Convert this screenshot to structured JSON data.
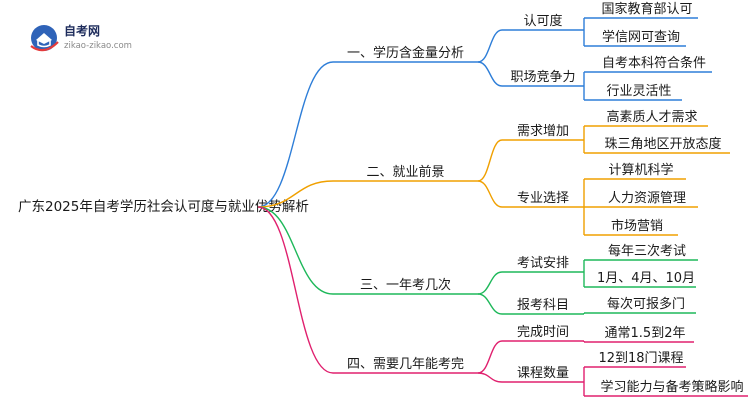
{
  "logo": {
    "title": "自考网",
    "subtitle": "zikao-zikao.com"
  },
  "root": "广东2025年自考学历社会认可度与就业优势解析",
  "branches": [
    {
      "label": "一、学历含金量分析",
      "color": "#2e7ed8",
      "children": [
        {
          "label": "认可度",
          "leaves": [
            "国家教育部认可",
            "学信网可查询"
          ]
        },
        {
          "label": "职场竞争力",
          "leaves": [
            "自考本科符合条件",
            "行业灵活性"
          ]
        }
      ]
    },
    {
      "label": "二、就业前景",
      "color": "#f0a000",
      "children": [
        {
          "label": "需求增加",
          "leaves": [
            "高素质人才需求",
            "珠三角地区开放态度"
          ]
        },
        {
          "label": "专业选择",
          "leaves": [
            "计算机科学",
            "人力资源管理",
            "市场营销"
          ]
        }
      ]
    },
    {
      "label": "三、一年考几次",
      "color": "#1eb85a",
      "children": [
        {
          "label": "考试安排",
          "leaves": [
            "每年三次考试",
            "1月、4月、10月"
          ]
        },
        {
          "label": "报考科目",
          "leaves": [
            "每次可报多门"
          ]
        }
      ]
    },
    {
      "label": "四、需要几年能考完",
      "color": "#e0206e",
      "children": [
        {
          "label": "完成时间",
          "leaves": [
            "通常1.5到2年"
          ]
        },
        {
          "label": "课程数量",
          "leaves": [
            "12到18门课程",
            "学习能力与备考策略影响"
          ]
        }
      ]
    }
  ]
}
